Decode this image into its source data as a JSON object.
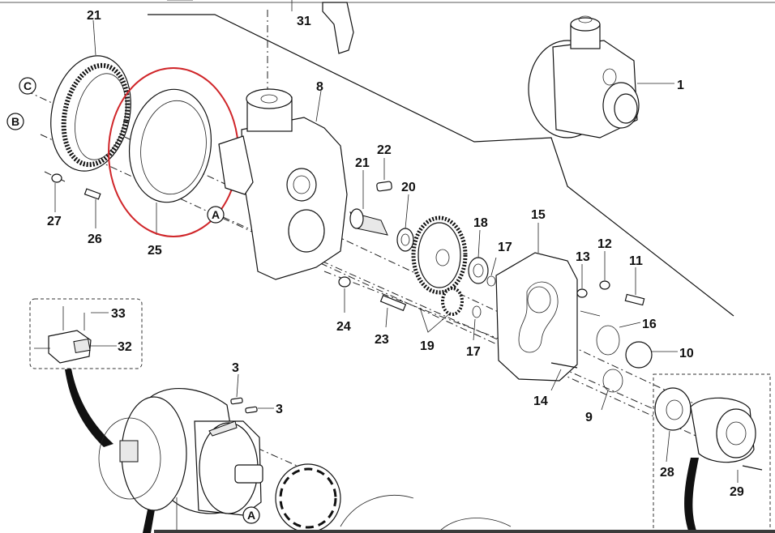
{
  "callouts": {
    "c1": "1",
    "c3a": "3",
    "c3b": "3",
    "c8": "8",
    "c9": "9",
    "c10": "10",
    "c11": "11",
    "c12": "12",
    "c13": "13",
    "c14": "14",
    "c15": "15",
    "c16": "16",
    "c17a": "17",
    "c17b": "17",
    "c18": "18",
    "c19": "19",
    "c20": "20",
    "c21a": "21",
    "c21b": "21",
    "c22": "22",
    "c23": "23",
    "c24": "24",
    "c25": "25",
    "c26": "26",
    "c27": "27",
    "c28": "28",
    "c29": "29",
    "c31": "31",
    "c32": "32",
    "c33": "33"
  },
  "refs": {
    "rA1": "A",
    "rA2": "A",
    "rB": "B",
    "rC": "C"
  },
  "colors": {
    "ink": "#111111",
    "highlight": "#d0262a",
    "background": "#ffffff"
  }
}
